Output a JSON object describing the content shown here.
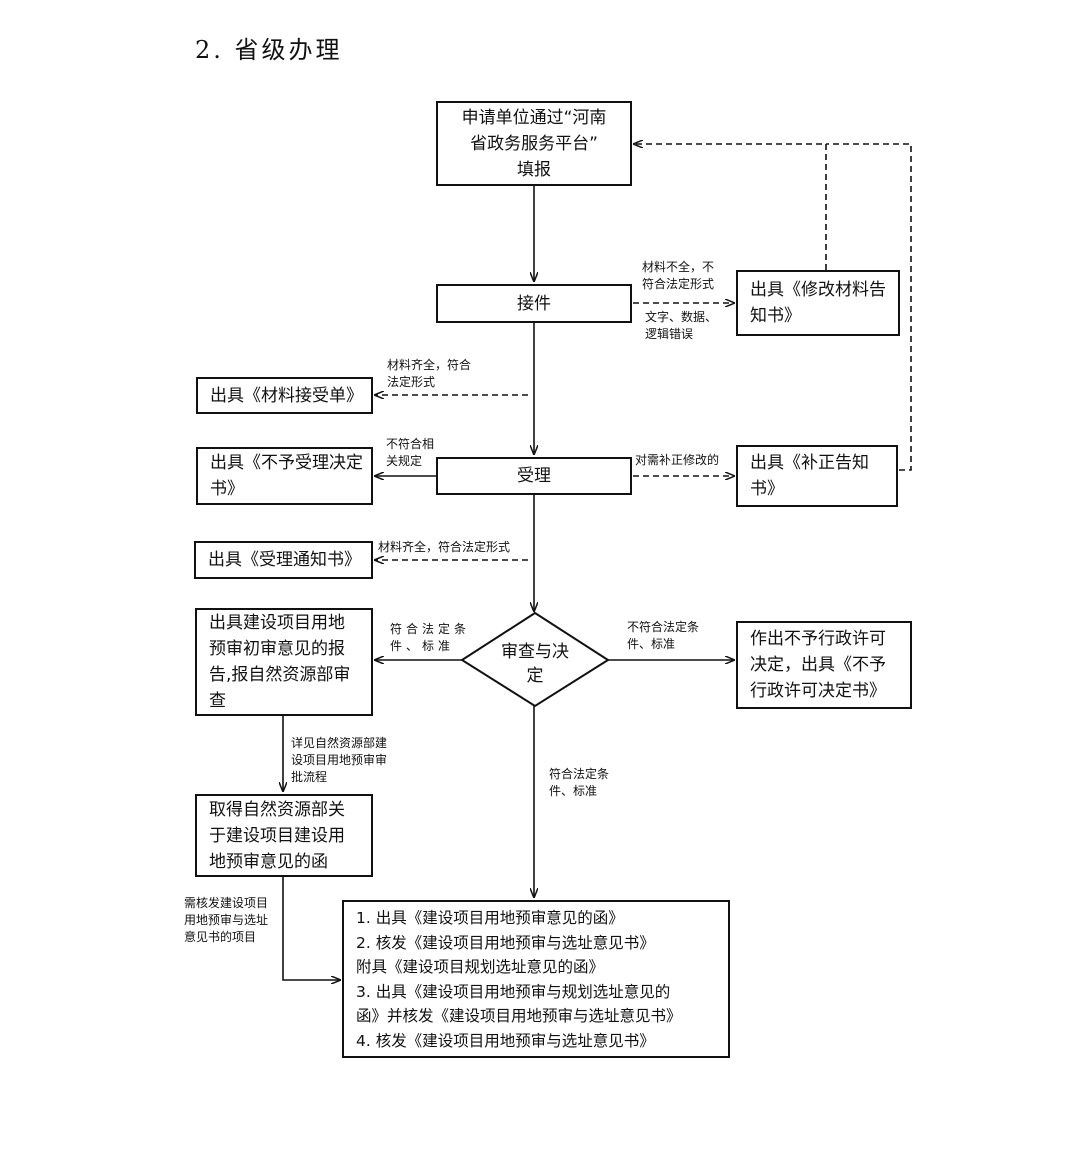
{
  "title": "2. 省级办理",
  "nodes": {
    "apply": "申请单位通过“河南\n省政务服务平台”\n填报",
    "receive": "接件",
    "modify_notice": "出具《修改材料告\n知书》",
    "material_receipt": "出具《材料接受单》",
    "reject_decision": "出具《不予受理决定\n书》",
    "accept": "受理",
    "supplement_notice": "出具《补正告知\n书》",
    "accept_notice": "出具《受理通知书》",
    "initial_report": "出具建设项目用地\n预审初审意见的报\n告,报自然资源部审\n查",
    "review": "审查与决\n定",
    "no_permit": "作出不予行政许可\n决定，出具《不予\n行政许可决定书》",
    "ministry_letter": "取得自然资源部关\n于建设项目建设用\n地预审意见的函",
    "final": "1. 出具《建设项目用地预审意见的函》\n2. 核发《建设项目用地预审与选址意见书》\n附具《建设项目规划选址意见的函》\n3. 出具《建设项目用地预审与规划选址意见的\n函》并核发《建设项目用地预审与选址意见书》\n4. 核发《建设项目用地预审与选址意见书》"
  },
  "notes": {
    "incomplete": "材料不全，不\n符合法定形式",
    "text_errors": "文字、数据、\n逻辑错误",
    "complete_form": "材料齐全，符合\n法定形式",
    "not_compliant": "不符合相\n关规定",
    "need_correction": "对需补正修改的",
    "complete_form_2": "材料齐全，符合法定形式",
    "meets_conditions_left": "符合法定条\n件、标准",
    "not_meets_conditions": "不符合法定条\n件、标准",
    "see_ministry_process": "详见自然资源部建\n设项目用地预审审\n批流程",
    "meets_conditions_down": "符合法定条\n件、标准",
    "needs_siting": "需核发建设项目\n用地预审与选址\n意见书的项目"
  }
}
